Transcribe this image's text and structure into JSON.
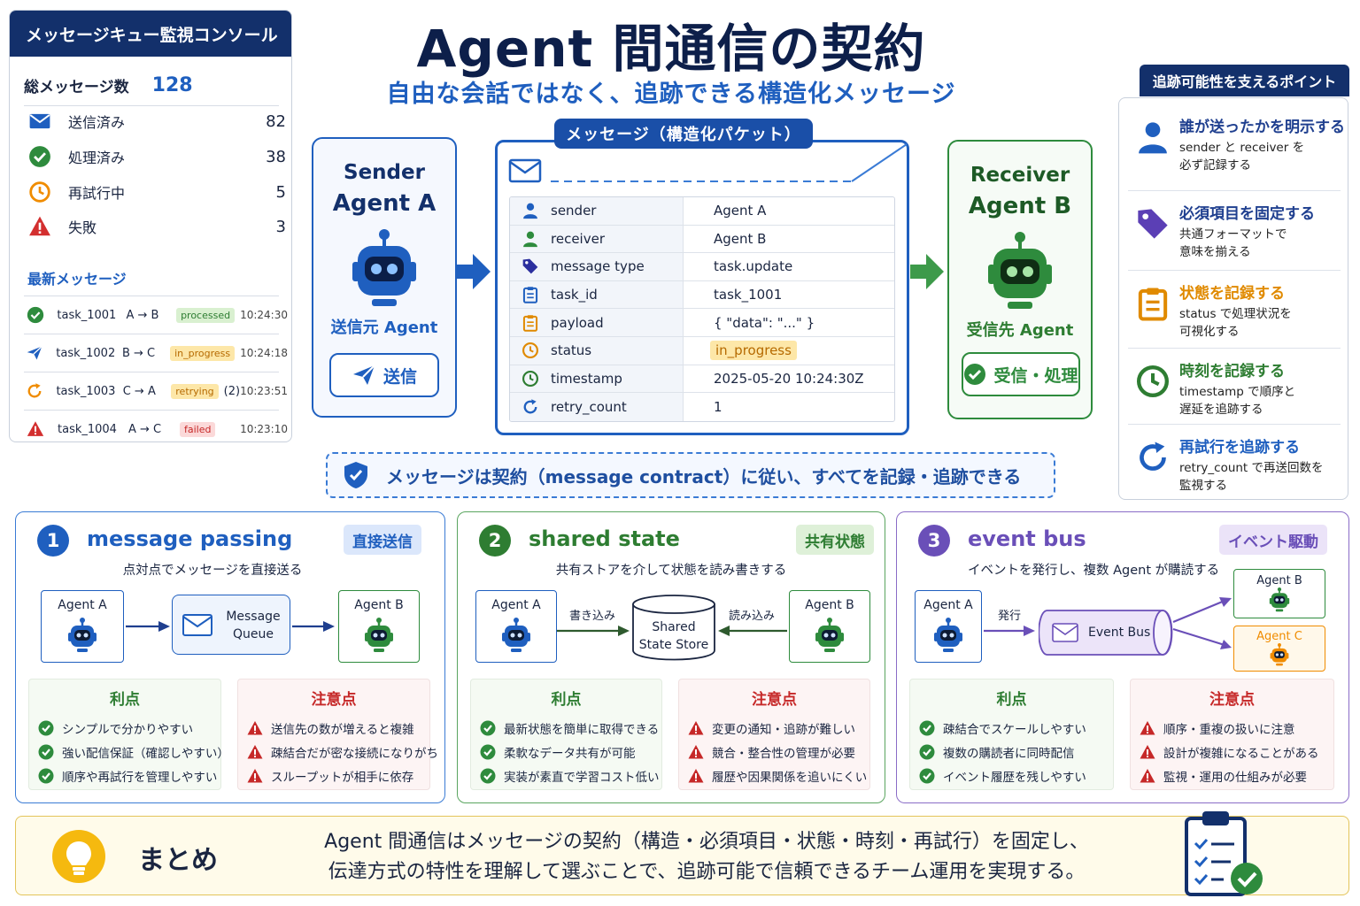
{
  "title": "Agent 間通信の契約",
  "subtitle": "自由な会話ではなく、追跡できる構造化メッセージ",
  "console": {
    "header": "メッセージキュー監視コンソール",
    "total_label": "総メッセージ数",
    "total_value": "128",
    "stats": [
      {
        "icon": "envelope-icon",
        "label": "送信済み",
        "value": "82"
      },
      {
        "icon": "check-circle-icon",
        "label": "処理済み",
        "value": "38"
      },
      {
        "icon": "clock-icon",
        "label": "再試行中",
        "value": "5"
      },
      {
        "icon": "warning-icon",
        "label": "失敗",
        "value": "3"
      }
    ],
    "recent_title": "最新メッセージ",
    "recent": [
      {
        "icon": "check-circle-icon",
        "task": "task_1001",
        "route": "A → B",
        "status": "processed",
        "count": "",
        "time": "10:24:30",
        "badge_bg": "#d9f0d0",
        "badge_fg": "#2e7d32"
      },
      {
        "icon": "send-icon",
        "task": "task_1002",
        "route": "B → C",
        "status": "in_progress",
        "count": "",
        "time": "10:24:18",
        "badge_bg": "#fde7a8",
        "badge_fg": "#b66a00"
      },
      {
        "icon": "retry-icon",
        "task": "task_1003",
        "route": "C → A",
        "status": "retrying",
        "count": "(2)",
        "time": "10:23:51",
        "badge_bg": "#fde7a8",
        "badge_fg": "#b66a00"
      },
      {
        "icon": "warning-icon",
        "task": "task_1004",
        "route": "A → C",
        "status": "failed",
        "count": "",
        "time": "10:23:10",
        "badge_bg": "#fbd9d9",
        "badge_fg": "#c62828"
      }
    ]
  },
  "sender": {
    "role": "Sender",
    "name": "Agent A",
    "jp": "送信元 Agent",
    "action": "送信"
  },
  "receiver": {
    "role": "Receiver",
    "name": "Agent B",
    "jp": "受信先 Agent",
    "action": "受信・処理"
  },
  "packet": {
    "label": "メッセージ（構造化パケット）",
    "fields": [
      {
        "icon": "person-icon",
        "key": "sender",
        "value": "Agent A",
        "color": "#1f5fbf"
      },
      {
        "icon": "person-icon",
        "key": "receiver",
        "value": "Agent B",
        "color": "#2e8b3d"
      },
      {
        "icon": "tag-icon",
        "key": "message type",
        "value": "task.update",
        "color": "#2b2f9e"
      },
      {
        "icon": "clipboard-icon",
        "key": "task_id",
        "value": "task_1001",
        "color": "#1f5fbf"
      },
      {
        "icon": "clipboard-icon",
        "key": "payload",
        "value": "{ \"data\": \"...\" }",
        "color": "#e08a00"
      },
      {
        "icon": "clock-icon",
        "key": "status",
        "value": "in_progress",
        "color": "#e08a00"
      },
      {
        "icon": "clock-icon",
        "key": "timestamp",
        "value": "2025-05-20 10:24:30Z",
        "color": "#2e7d32"
      },
      {
        "icon": "retry-icon",
        "key": "retry_count",
        "value": "1",
        "color": "#1f5fbf"
      }
    ]
  },
  "contract": "メッセージは契約（message contract）に従い、すべてを記録・追跡できる",
  "tracepoints": {
    "label": "追跡可能性を支えるポイント",
    "items": [
      {
        "icon": "person-icon",
        "title": "誰が送ったかを明示する",
        "lines": [
          "sender と receiver を",
          "必ず記録する"
        ],
        "color": "#1f3f8f",
        "icon_color": "#1f5fbf"
      },
      {
        "icon": "tag-icon",
        "title": "必須項目を固定する",
        "lines": [
          "共通フォーマットで",
          "意味を揃える"
        ],
        "color": "#1f3f8f",
        "icon_color": "#5b3fb5"
      },
      {
        "icon": "clipboard-icon",
        "title": "状態を記録する",
        "lines": [
          "status で処理状況を",
          "可視化する"
        ],
        "color": "#e08a00",
        "icon_color": "#e08a00"
      },
      {
        "icon": "clock-icon",
        "title": "時刻を記録する",
        "lines": [
          "timestamp で順序と",
          "遅延を追跡する"
        ],
        "color": "#2e7d32",
        "icon_color": "#2e7d32"
      },
      {
        "icon": "retry-icon",
        "title": "再試行を追跡する",
        "lines": [
          "retry_count で再送回数を",
          "監視する"
        ],
        "color": "#1f5fbf",
        "icon_color": "#1f5fbf"
      }
    ]
  },
  "panels": [
    {
      "num": "1",
      "title": "message passing",
      "tag": "直接送信",
      "desc": "点対点でメッセージを直接送る",
      "color": "#1f5fbf",
      "tag_bg": "#dbe7fb",
      "nodes": {
        "a": "Agent A",
        "mid": [
          "Message",
          "Queue"
        ],
        "b": "Agent B"
      },
      "pros_title": "利点",
      "pros": [
        "シンプルで分かりやすい",
        "強い配信保証（確認しやすい）",
        "順序や再試行を管理しやすい"
      ],
      "cons_title": "注意点",
      "cons": [
        "送信先の数が増えると複雑",
        "疎結合だが密な接続になりがち",
        "スループットが相手に依存"
      ]
    },
    {
      "num": "2",
      "title": "shared state",
      "tag": "共有状態",
      "desc": "共有ストアを介して状態を読み書きする",
      "color": "#2e7d32",
      "tag_bg": "#def0d8",
      "nodes": {
        "a": "Agent A",
        "mid": [
          "Shared",
          "State Store"
        ],
        "b": "Agent B",
        "write": "書き込み",
        "read": "読み込み"
      },
      "pros_title": "利点",
      "pros": [
        "最新状態を簡単に取得できる",
        "柔軟なデータ共有が可能",
        "実装が素直で学習コスト低い"
      ],
      "cons_title": "注意点",
      "cons": [
        "変更の通知・追跡が難しい",
        "競合・整合性の管理が必要",
        "履歴や因果関係を追いにくい"
      ]
    },
    {
      "num": "3",
      "title": "event bus",
      "tag": "イベント駆動",
      "desc": "イベントを発行し、複数 Agent が購読する",
      "color": "#6a4fb8",
      "tag_bg": "#ebe3f8",
      "nodes": {
        "a": "Agent A",
        "mid": "Event Bus",
        "b": "Agent B",
        "c": "Agent C",
        "publish": "発行"
      },
      "pros_title": "利点",
      "pros": [
        "疎結合でスケールしやすい",
        "複数の購読者に同時配信",
        "イベント履歴を残しやすい"
      ],
      "cons_title": "注意点",
      "cons": [
        "順序・重複の扱いに注意",
        "設計が複雑になることがある",
        "監視・運用の仕組みが必要"
      ]
    }
  ],
  "summary": {
    "label": "まとめ",
    "lines": [
      "Agent 間通信はメッセージの契約（構造・必須項目・状態・時刻・再試行）を固定し、",
      "伝達方式の特性を理解して選ぶことで、追跡可能で信頼できるチーム運用を実現する。"
    ]
  }
}
